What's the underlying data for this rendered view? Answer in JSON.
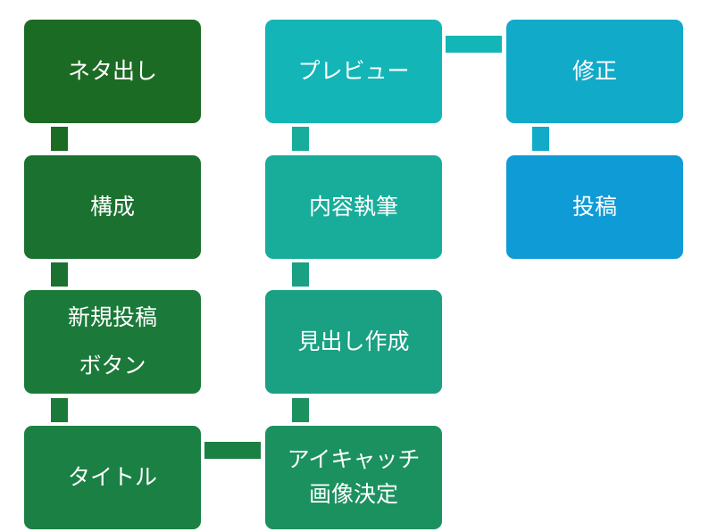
{
  "steps": [
    {
      "label": "ネタ出し",
      "color": "#1c6b24"
    },
    {
      "label": "構成",
      "color": "#1b7130"
    },
    {
      "label": "新規投稿\nボタン",
      "color": "#1b7a39"
    },
    {
      "label": "タイトル",
      "color": "#1b8043"
    },
    {
      "label": "アイキャッチ\n画像決定",
      "color": "#1c9160"
    },
    {
      "label": "見出し作成",
      "color": "#1aa082"
    },
    {
      "label": "内容執筆",
      "color": "#17ad9a"
    },
    {
      "label": "プレビュー",
      "color": "#14b5b7"
    },
    {
      "label": "修正",
      "color": "#11aac9"
    },
    {
      "label": "投稿",
      "color": "#0f9bd6"
    }
  ],
  "connectors": [
    {
      "from": "ネタ出し",
      "to": "構成",
      "color": "#1c6b24"
    },
    {
      "from": "構成",
      "to": "新規投稿\nボタン",
      "color": "#1b7130"
    },
    {
      "from": "新規投稿\nボタン",
      "to": "タイトル",
      "color": "#1b7a39"
    },
    {
      "from": "タイトル",
      "to": "アイキャッチ\n画像決定",
      "color": "#1b8043"
    },
    {
      "from": "アイキャッチ\n画像決定",
      "to": "見出し作成",
      "color": "#1c9160"
    },
    {
      "from": "見出し作成",
      "to": "内容執筆",
      "color": "#1aa082"
    },
    {
      "from": "内容執筆",
      "to": "プレビュー",
      "color": "#17ad9a"
    },
    {
      "from": "プレビュー",
      "to": "修正",
      "color": "#14b5b7"
    },
    {
      "from": "修正",
      "to": "投稿",
      "color": "#11aac9"
    }
  ]
}
